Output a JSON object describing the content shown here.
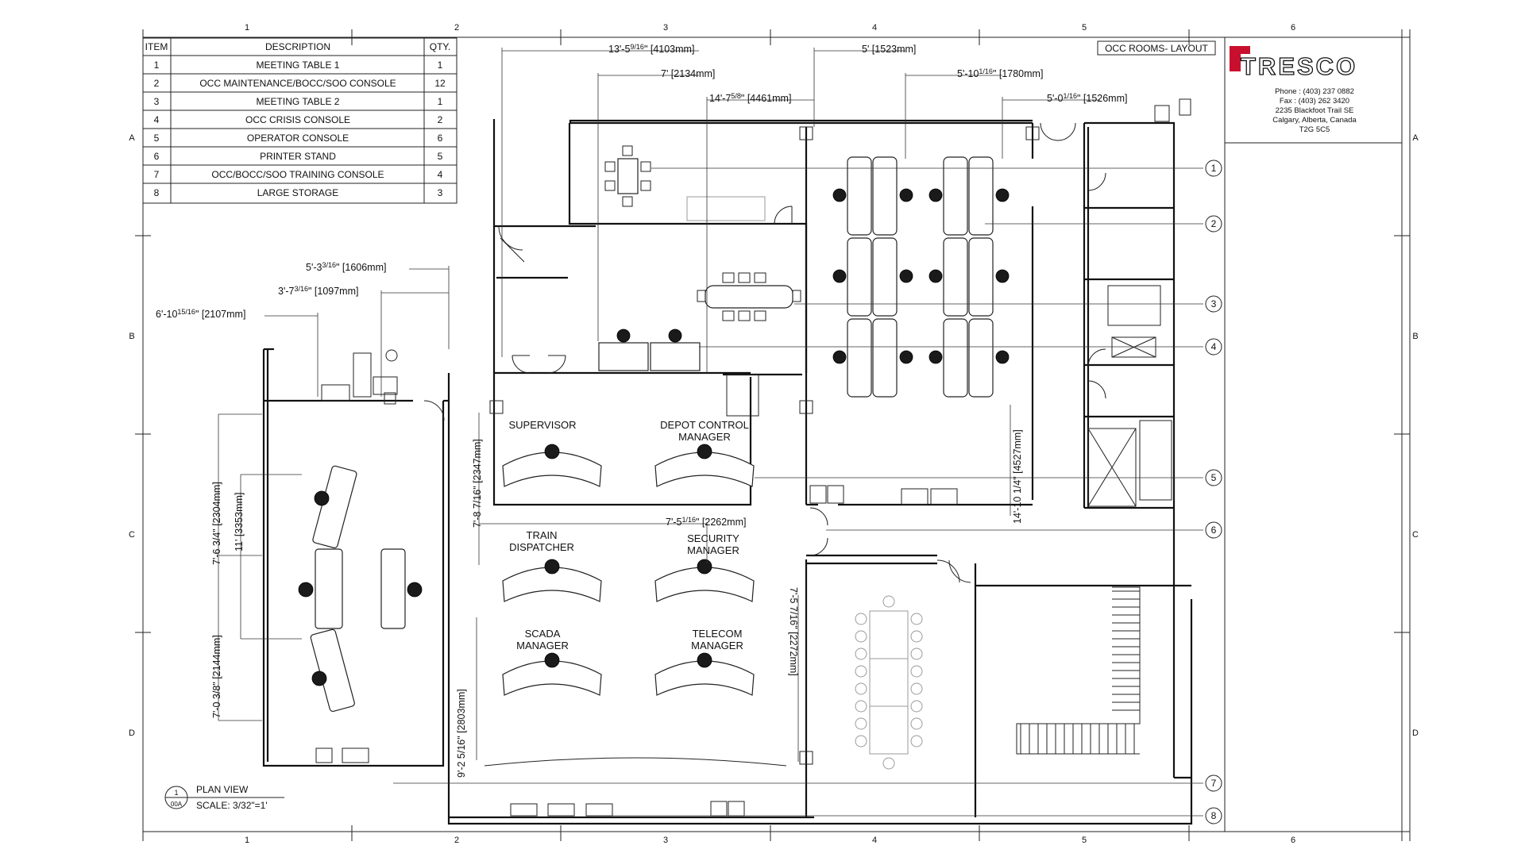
{
  "sheet": {
    "title": "OCC ROOMS- LAYOUT",
    "col_labels": [
      "1",
      "2",
      "3",
      "4",
      "5",
      "6"
    ],
    "row_labels": [
      "A",
      "B",
      "C",
      "D"
    ]
  },
  "company": {
    "name": "TRESCO",
    "phone": "Phone : (403) 237 0882",
    "fax": "Fax : (403) 262 3420",
    "address1": "2235 Blackfoot Trail SE",
    "address2": "Calgary, Alberta, Canada",
    "postal": "T2G 5C5",
    "brand_color": "#c8102e"
  },
  "schedule": {
    "headers": {
      "item": "ITEM",
      "description": "DESCRIPTION",
      "qty": "QTY."
    },
    "rows": [
      {
        "item": "1",
        "description": "MEETING TABLE 1",
        "qty": "1"
      },
      {
        "item": "2",
        "description": "OCC MAINTENANCE/BOCC/SOO CONSOLE",
        "qty": "12"
      },
      {
        "item": "3",
        "description": "MEETING TABLE 2",
        "qty": "1"
      },
      {
        "item": "4",
        "description": "OCC CRISIS CONSOLE",
        "qty": "2"
      },
      {
        "item": "5",
        "description": "OPERATOR CONSOLE",
        "qty": "6"
      },
      {
        "item": "6",
        "description": "PRINTER STAND",
        "qty": "5"
      },
      {
        "item": "7",
        "description": "OCC/BOCC/SOO TRAINING CONSOLE",
        "qty": "4"
      },
      {
        "item": "8",
        "description": "LARGE STORAGE",
        "qty": "3"
      }
    ]
  },
  "rooms": {
    "supervisor": "SUPERVISOR",
    "depot_line1": "DEPOT CONTROL",
    "depot_line2": "MANAGER",
    "train_line1": "TRAIN",
    "train_line2": "DISPATCHER",
    "security_line1": "SECURITY",
    "security_line2": "MANAGER",
    "scada_line1": "SCADA",
    "scada_line2": "MANAGER",
    "telecom_line1": "TELECOM",
    "telecom_line2": "MANAGER"
  },
  "dimensions": {
    "d1": "13'-5",
    "d1f": "9/16",
    "d1m": "\" [4103mm]",
    "d2": "7' [2134mm]",
    "d3": "14'-7",
    "d3f": "5/8",
    "d3m": "\" [4461mm]",
    "d4": "5' [1523mm]",
    "d5": "5'-10",
    "d5f": "1/16",
    "d5m": "\" [1780mm]",
    "d6": "5'-0",
    "d6f": "1/16",
    "d6m": "\" [1526mm]",
    "d7": "5'-3",
    "d7f": "3/16",
    "d7m": "\" [1606mm]",
    "d8": "3'-7",
    "d8f": "3/16",
    "d8m": "\" [1097mm]",
    "d9": "6'-10",
    "d9f": "15/16",
    "d9m": "\" [2107mm]",
    "d10": "7'-8 7/16\" [2347mm]",
    "d11": "7'-5",
    "d11f": "1/16",
    "d11m": "\" [2262mm]",
    "d12": "14'-10 1/4\" [4527mm]",
    "d13": "7'-6 3/4\" [2304mm]",
    "d14": "11' [3353mm]",
    "d15": "7'-0 3/8\" [2144mm]",
    "d16": "7'-5 7/16\" [2272mm]",
    "d17": "9'-2 5/16\" [2803mm]"
  },
  "callouts": [
    "1",
    "2",
    "3",
    "4",
    "5",
    "6",
    "7",
    "8"
  ],
  "view": {
    "number": "1",
    "sheet_ref": "00A",
    "title": "PLAN VIEW",
    "scale": "SCALE:  3/32\"=1'"
  }
}
